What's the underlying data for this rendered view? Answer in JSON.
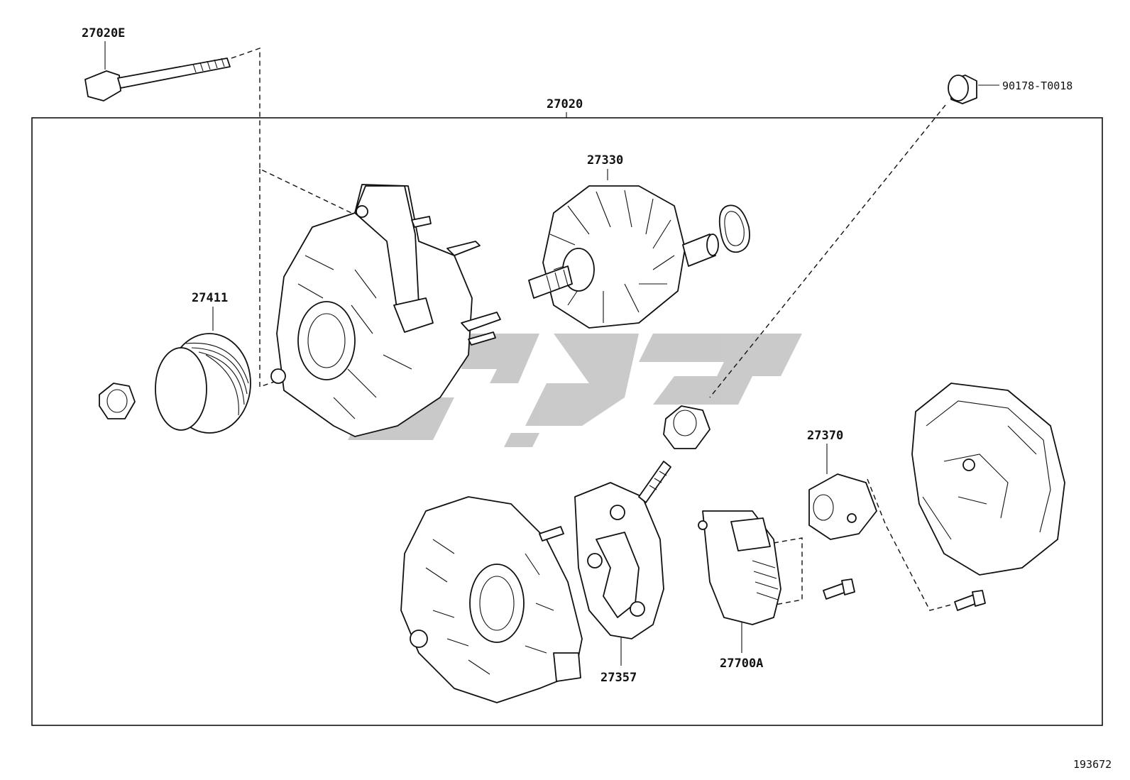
{
  "diagram": {
    "main_assembly": "27020",
    "labels": {
      "bolt": "27020E",
      "assembly": "27020",
      "nut_cap": "90178-T0018",
      "rotor": "27330",
      "pulley": "27411",
      "brush_holder": "27370",
      "rectifier": "27357",
      "regulator": "27700A"
    },
    "figure_number": "193672"
  }
}
